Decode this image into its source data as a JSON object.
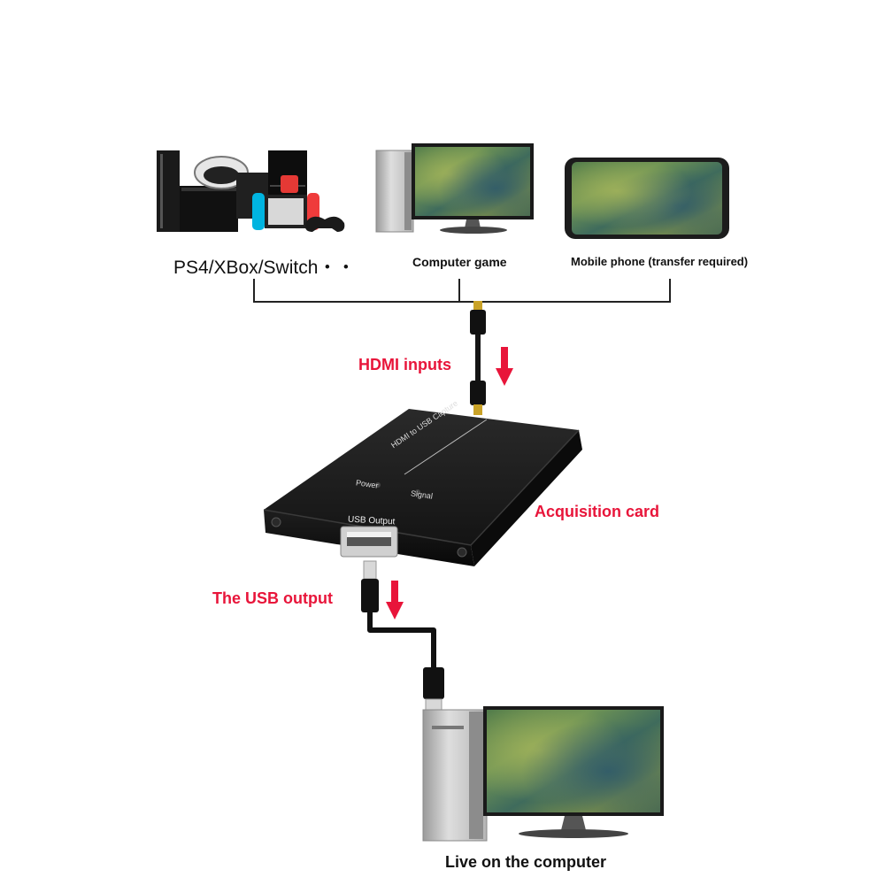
{
  "sources": {
    "consoles_label": "PS4/XBox/Switch・・",
    "computer_label": "Computer game",
    "mobile_label": "Mobile phone (transfer required)"
  },
  "flow": {
    "hdmi_label": "HDMI inputs",
    "card_label": "Acquisition card",
    "usb_label": "The USB output",
    "output_label": "Live on the computer"
  },
  "device": {
    "top_text": "HDMI to USB Capture",
    "power_text": "Power",
    "signal_text": "Signal",
    "port_text": "USB Output"
  },
  "colors": {
    "accent_red": "#e8153a",
    "device_black": "#1b1b1b",
    "line": "#222222"
  },
  "icons": {
    "arrow": "down-arrow-icon",
    "hdmi": "hdmi-cable-icon",
    "usb": "usb-cable-icon"
  }
}
